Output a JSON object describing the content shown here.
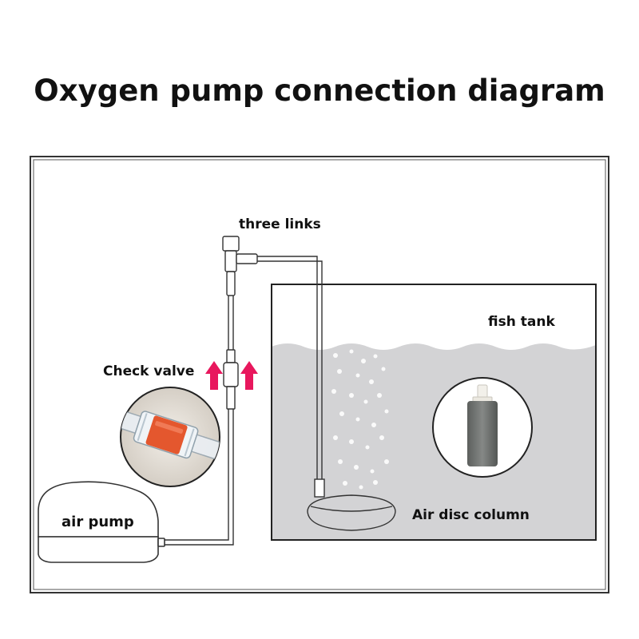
{
  "title": "Oxygen pump connection diagram",
  "labels": {
    "three_links": "three links",
    "fish_tank": "fish tank",
    "check_valve": "Check valve",
    "air_pump": "air pump",
    "air_disc_column": "Air disc column"
  },
  "colors": {
    "arrow": "#e8175d",
    "water": "#d3d3d5",
    "valve_red": "#e4572e",
    "stone": "#6f7270",
    "line": "#333333"
  }
}
